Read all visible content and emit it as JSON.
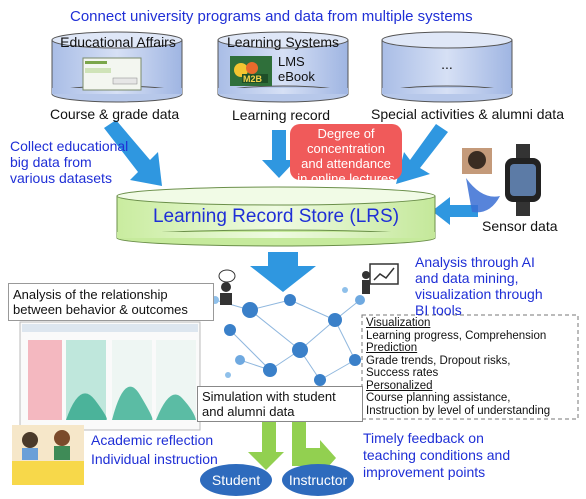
{
  "header": {
    "title": "Connect university programs and data from multiple systems"
  },
  "sources": [
    {
      "db_label": "Educational Affairs",
      "caption": "Course & grade data"
    },
    {
      "db_label": "Learning Systems",
      "lms_line1": "LMS",
      "lms_line2": "eBook",
      "caption": "Learning record"
    },
    {
      "db_label": "...",
      "caption": "Special activities & alumni data"
    }
  ],
  "collect_note": [
    "Collect educational",
    "big data from",
    "various datasets"
  ],
  "online_note": [
    "Degree of",
    "concentration",
    "and attendance",
    "in online lectures"
  ],
  "lrs_label": "Learning Record Store (LRS)",
  "sensor_label": "Sensor data",
  "analysis_box": [
    "Analysis of the relationship",
    "between behavior & outcomes"
  ],
  "ai_note": [
    "Analysis through AI",
    "and data mining,",
    "visualization through",
    "BI tools"
  ],
  "features": {
    "visualization_title": "Visualization",
    "visualization_text": "Learning progress, Comprehension",
    "prediction_title": "Prediction",
    "prediction_lines": [
      "Grade trends, Dropout risks,",
      "Success rates"
    ],
    "personalized_title": "Personalized",
    "personalized_lines": [
      "Course planning assistance,",
      "Instruction by level of understanding"
    ]
  },
  "simulation_box": [
    "Simulation with student",
    "and alumni data"
  ],
  "student_note": [
    "Academic reflection",
    "Individual instruction"
  ],
  "instructor_note": [
    "Timely feedback on",
    "teaching conditions and",
    "improvement points"
  ],
  "student_label": "Student",
  "instructor_label": "Instructor",
  "colors": {
    "accent_text": "#1f2fd6",
    "db_fill": "#c6d3ee",
    "lrs_fill": "#d9f2b8",
    "arrow_blue": "#2f97e0",
    "arrow_green": "#92d050",
    "badge_red": "#f05a5a",
    "oval_blue": "#2e6bbd"
  }
}
